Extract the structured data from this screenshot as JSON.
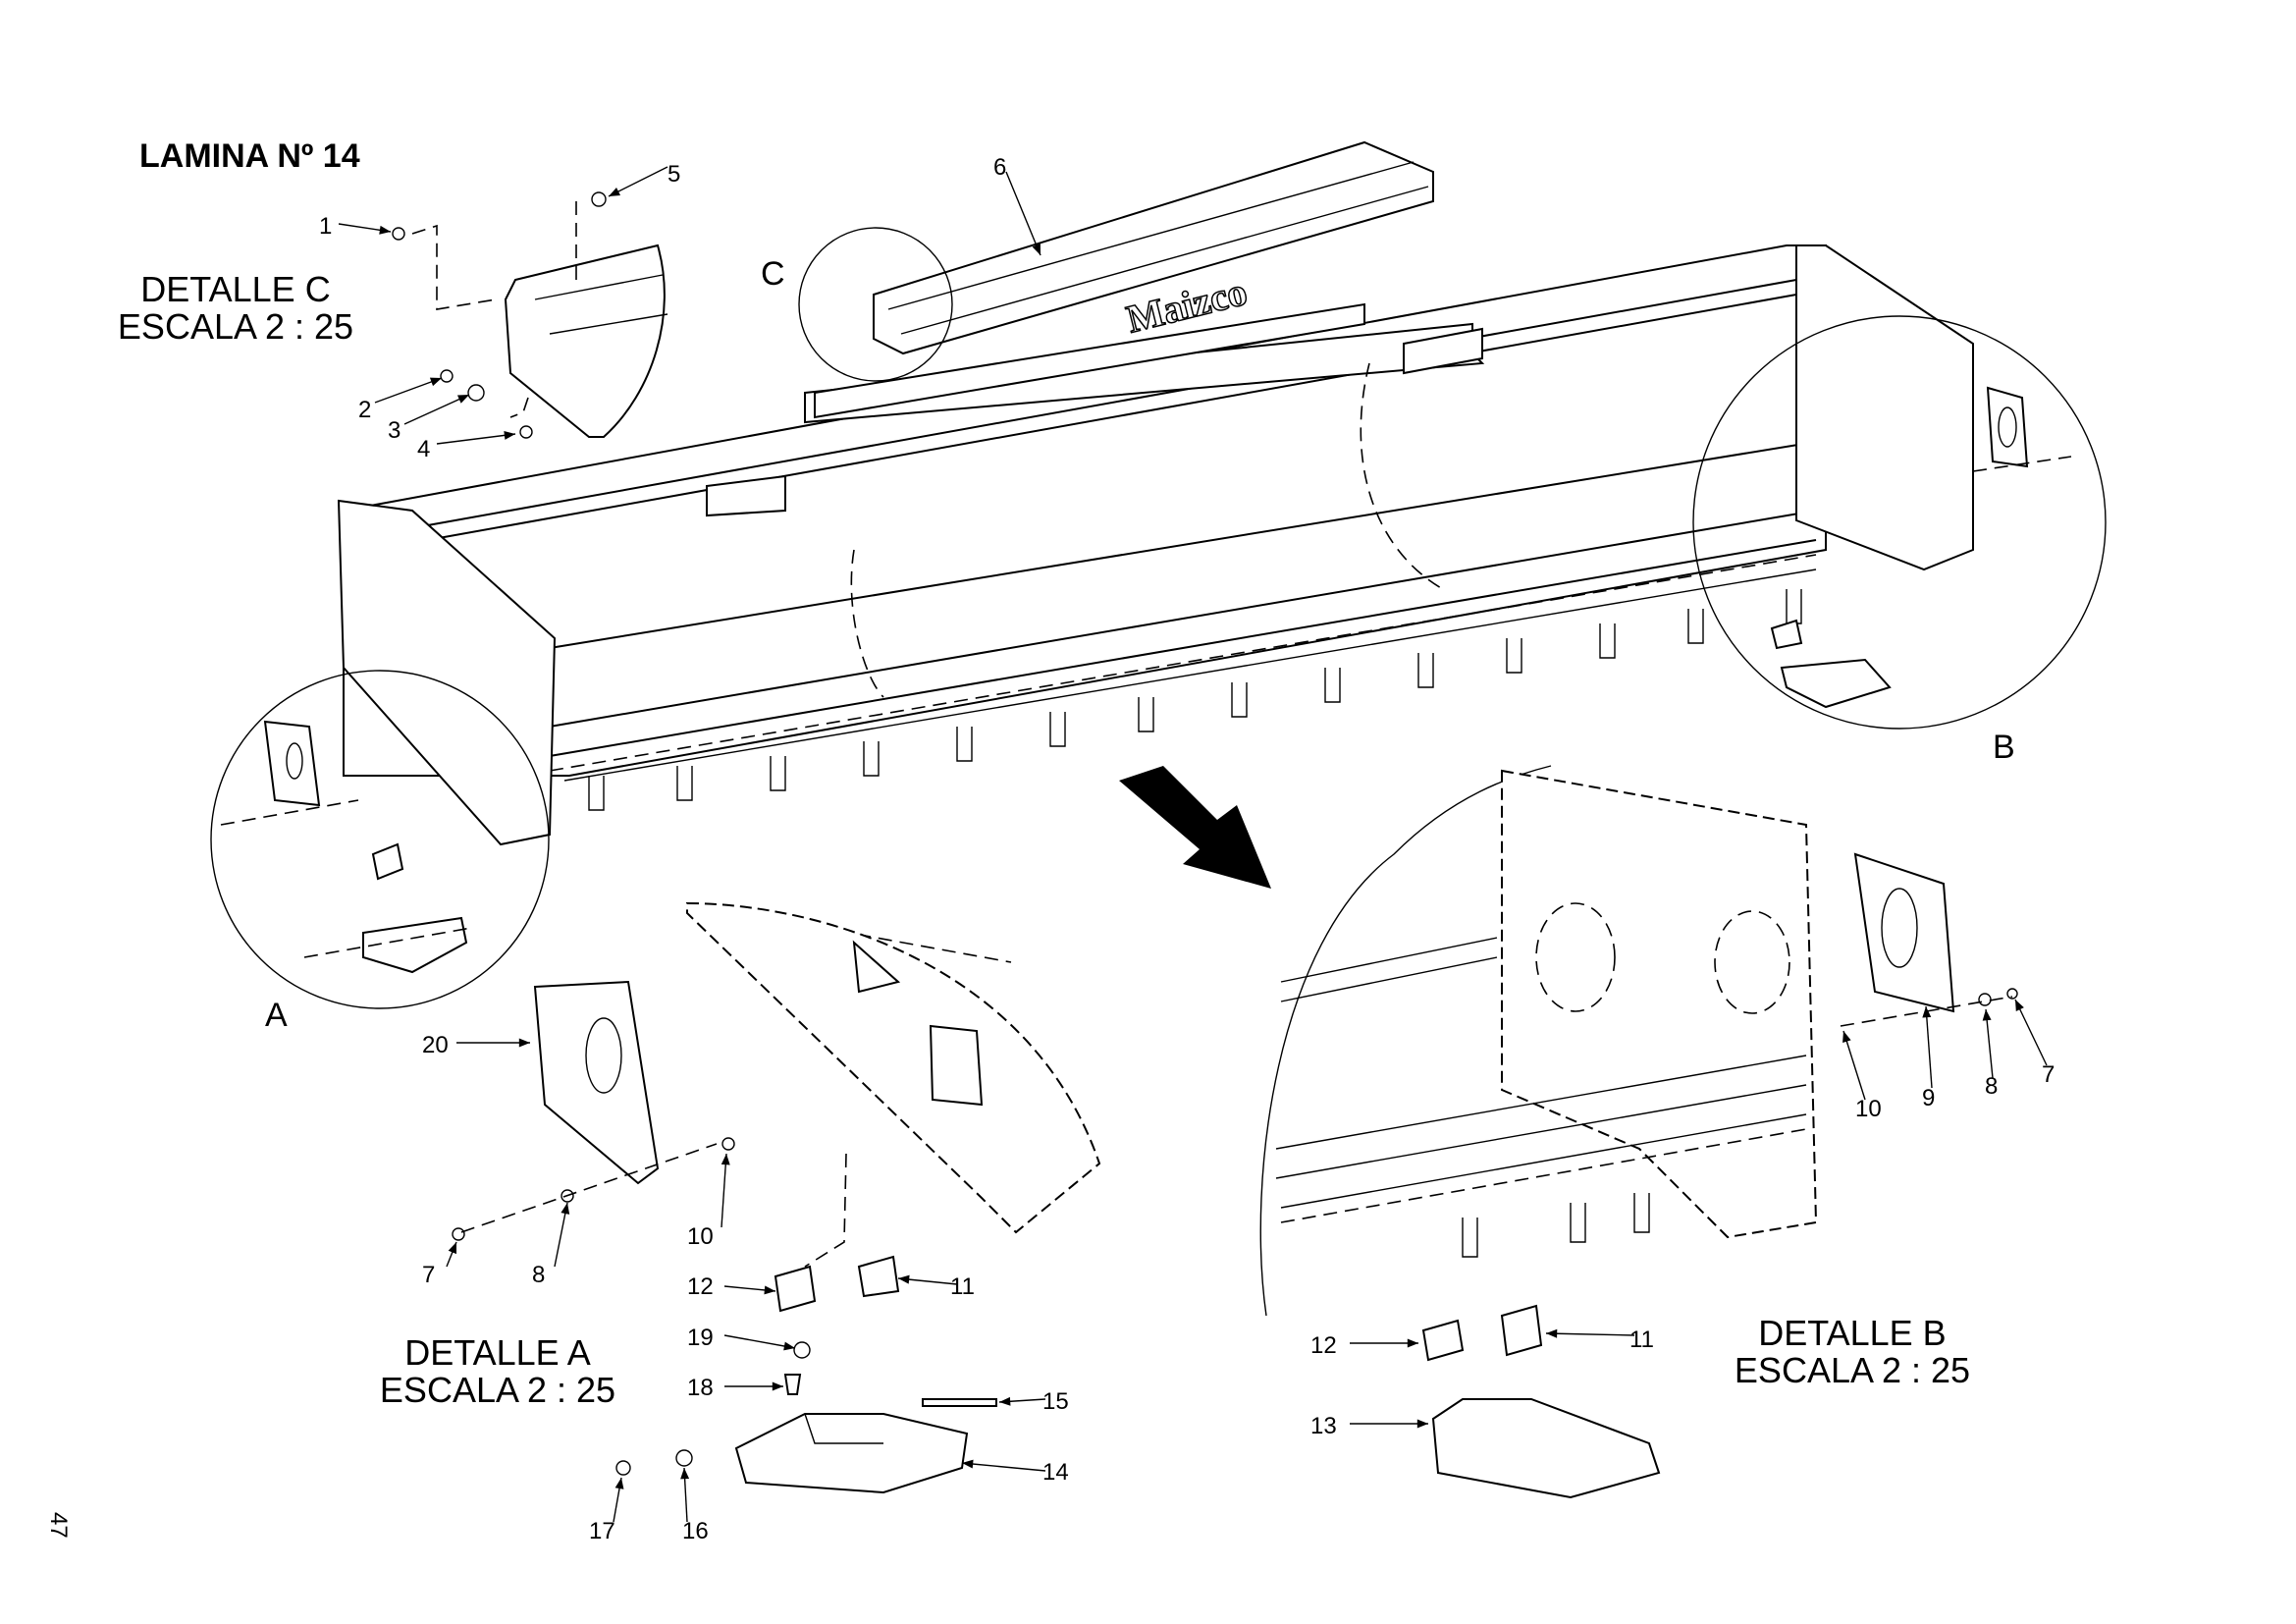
{
  "title": "LAMINA Nº 14",
  "page_number": "47",
  "brand_logo": "Maizco",
  "detail_c": {
    "title": "DETALLE C",
    "scale": "ESCALA 2 : 25",
    "callout": "C",
    "parts": [
      "1",
      "2",
      "3",
      "4",
      "5"
    ]
  },
  "main_assembly": {
    "parts": [
      "6"
    ]
  },
  "detail_a": {
    "title": "DETALLE A",
    "scale": "ESCALA 2 : 25",
    "callout": "A",
    "parts": [
      "20",
      "7",
      "8",
      "10",
      "12",
      "11",
      "19",
      "18",
      "15",
      "14",
      "17",
      "16"
    ]
  },
  "detail_b": {
    "title": "DETALLE B",
    "scale": "ESCALA 2 : 25",
    "callout": "B",
    "parts": [
      "10",
      "9",
      "8",
      "7",
      "12",
      "11",
      "13"
    ]
  }
}
